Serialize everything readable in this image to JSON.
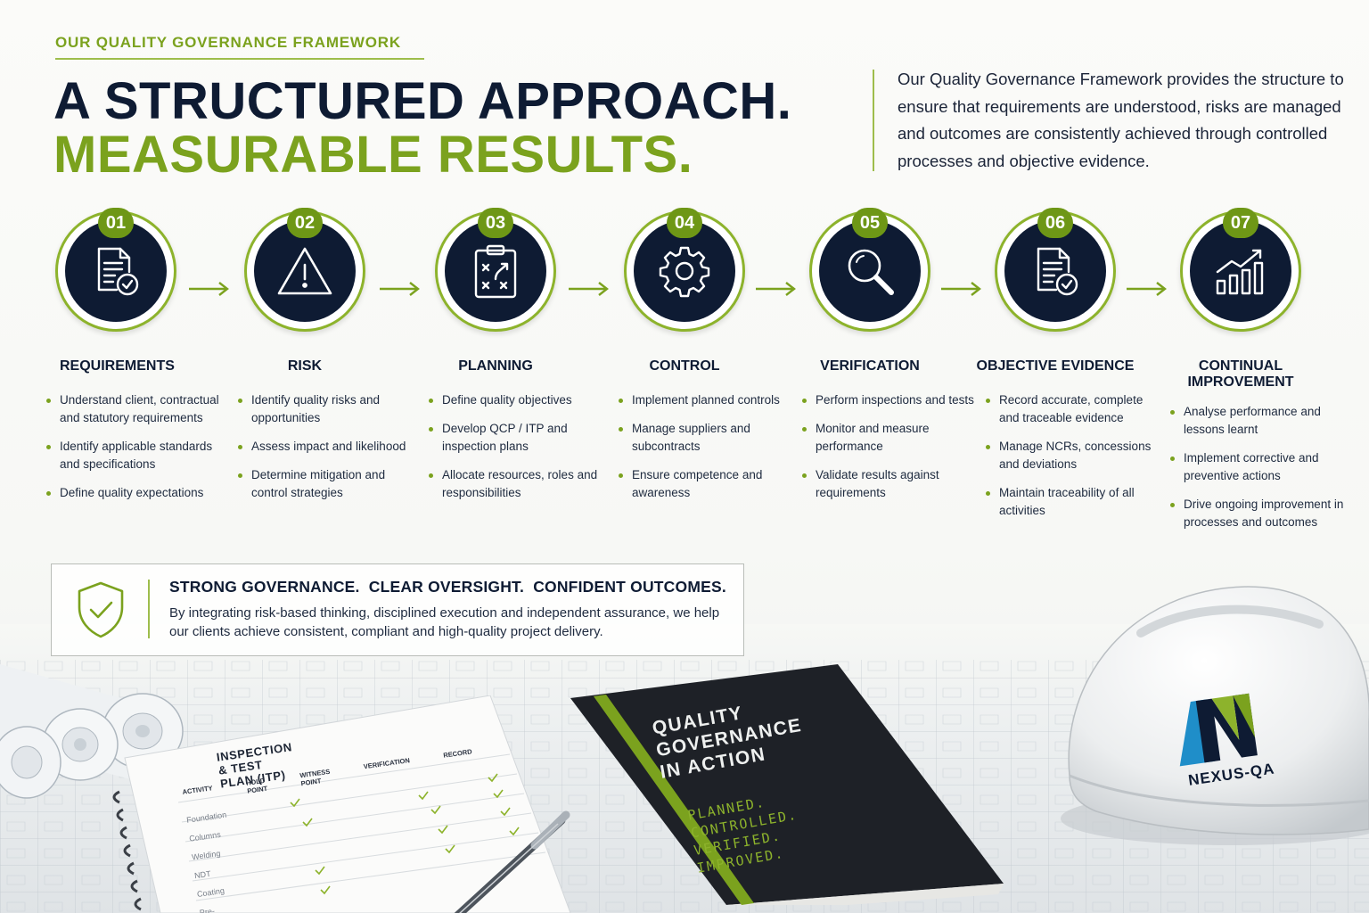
{
  "header": {
    "eyebrow": "OUR QUALITY GOVERNANCE FRAMEWORK",
    "headline_line1": "A STRUCTURED APPROACH.",
    "headline_line2": "MEASURABLE RESULTS.",
    "intro": "Our Quality Governance Framework provides the structure to ensure that requirements are understood, risks are managed and outcomes are consistently achieved through controlled processes and objective evidence."
  },
  "steps": [
    {
      "num": "01",
      "title": "REQUIREMENTS",
      "icon": "document-check-icon",
      "bullets": [
        "Understand client, contractual and statutory requirements",
        "Identify applicable standards and specifications",
        "Define quality expectations"
      ]
    },
    {
      "num": "02",
      "title": "RISK",
      "icon": "warning-triangle-icon",
      "bullets": [
        "Identify quality risks and opportunities",
        "Assess impact and likelihood",
        "Determine mitigation and control strategies"
      ]
    },
    {
      "num": "03",
      "title": "PLANNING",
      "icon": "clipboard-plan-icon",
      "bullets": [
        "Define quality objectives",
        "Develop QCP / ITP and inspection plans",
        "Allocate resources, roles and responsibilities"
      ]
    },
    {
      "num": "04",
      "title": "CONTROL",
      "icon": "gear-icon",
      "bullets": [
        "Implement planned controls",
        "Manage suppliers and subcontracts",
        "Ensure competence and awareness"
      ]
    },
    {
      "num": "05",
      "title": "VERIFICATION",
      "icon": "magnifier-icon",
      "bullets": [
        "Perform inspections and tests",
        "Monitor and measure performance",
        "Validate results against requirements"
      ]
    },
    {
      "num": "06",
      "title": "OBJECTIVE EVIDENCE",
      "icon": "document-check-icon",
      "bullets": [
        "Record accurate, complete and traceable evidence",
        "Manage NCRs, concessions and deviations",
        "Maintain traceability of all activities"
      ]
    },
    {
      "num": "07",
      "title": "CONTINUAL IMPROVEMENT",
      "icon": "growth-chart-icon",
      "bullets": [
        "Analyse performance and lessons learnt",
        "Implement corrective and preventive actions",
        "Drive ongoing improvement in processes and outcomes"
      ]
    }
  ],
  "banner": {
    "icon": "shield-check-icon",
    "title": "STRONG GOVERNANCE.  CLEAR OVERSIGHT.  CONFIDENT OUTCOMES.",
    "body": "By integrating risk-based thinking, disciplined execution and independent assurance, we help our clients achieve consistent, compliant and high-quality project delivery."
  },
  "itp": {
    "title": "INSPECTION & TEST PLAN (ITP)",
    "columns": [
      "ACTIVITY",
      "HOLD POINT",
      "WITNESS POINT",
      "VERIFICATION",
      "RECORD"
    ],
    "rows": [
      "Foundation",
      "Columns",
      "Welding",
      "NDT",
      "Coating",
      "Pre-Commisioning"
    ]
  },
  "book": {
    "title_lines": [
      "QUALITY",
      "GOVERNANCE",
      "IN ACTION"
    ],
    "tag_lines": [
      "PLANNED.",
      "CONTROLLED.",
      "VERIFIED.",
      "IMPROVED."
    ]
  },
  "hat": {
    "brand": "NEXUS-QA"
  },
  "colors": {
    "navy": "#0e1b33",
    "green": "#7ba21e",
    "badge": "#6e9716"
  }
}
